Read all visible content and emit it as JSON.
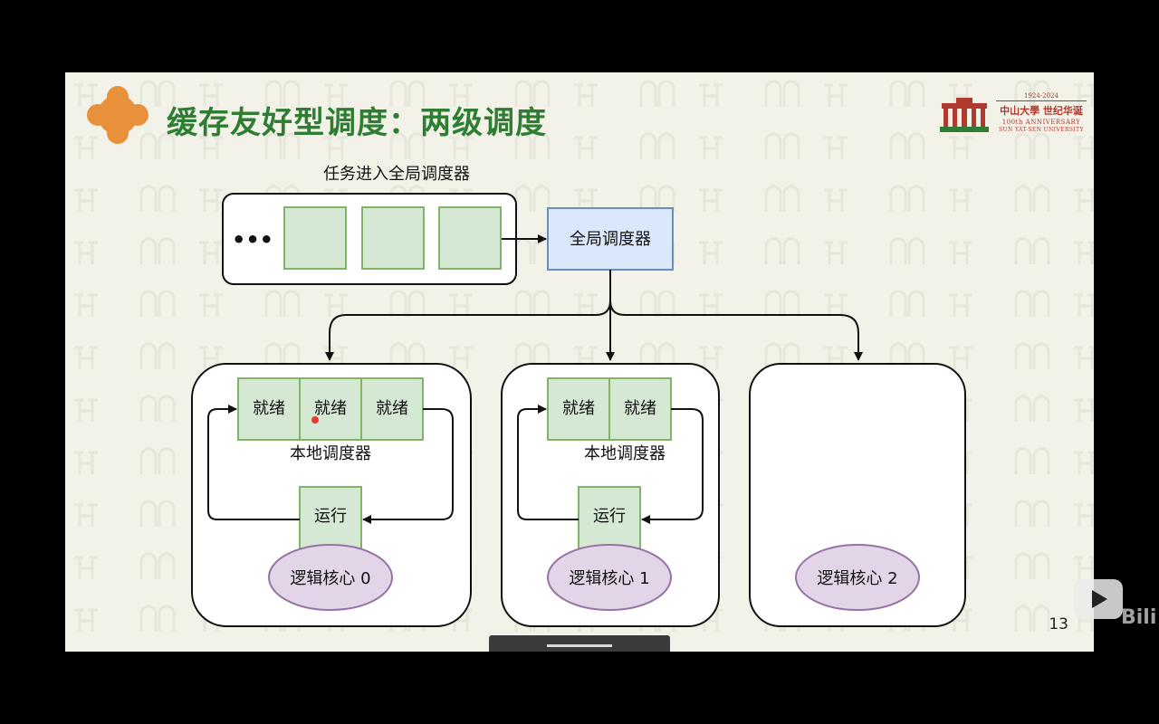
{
  "slide": {
    "title": "缓存友好型调度：两级调度",
    "page_number": "13"
  },
  "logo": {
    "years": "1924-2024",
    "name": "中山大學 世纪华诞",
    "anniversary": "100th ANNIVERSARY",
    "university": "SUN YAT-SEN UNIVERSITY"
  },
  "diagram": {
    "task_label": "任务进入全局调度器",
    "ellipsis": "•••",
    "global_scheduler": "全局调度器",
    "local_scheduler_label": "本地调度器",
    "ready": "就绪",
    "running": "运行",
    "cores": [
      "逻辑核心 0",
      "逻辑核心 1",
      "逻辑核心 2"
    ]
  },
  "colors": {
    "title_green": "#2e7d32",
    "box_green_fill": "#d5e8d4",
    "box_green_stroke": "#82b366",
    "global_fill": "#dae8fc",
    "global_stroke": "#6c8ebf",
    "core_fill": "#e1d5e7",
    "core_stroke": "#9673a6",
    "logo_orange": "#e8913a"
  },
  "watermark": {
    "text": "Bili"
  }
}
